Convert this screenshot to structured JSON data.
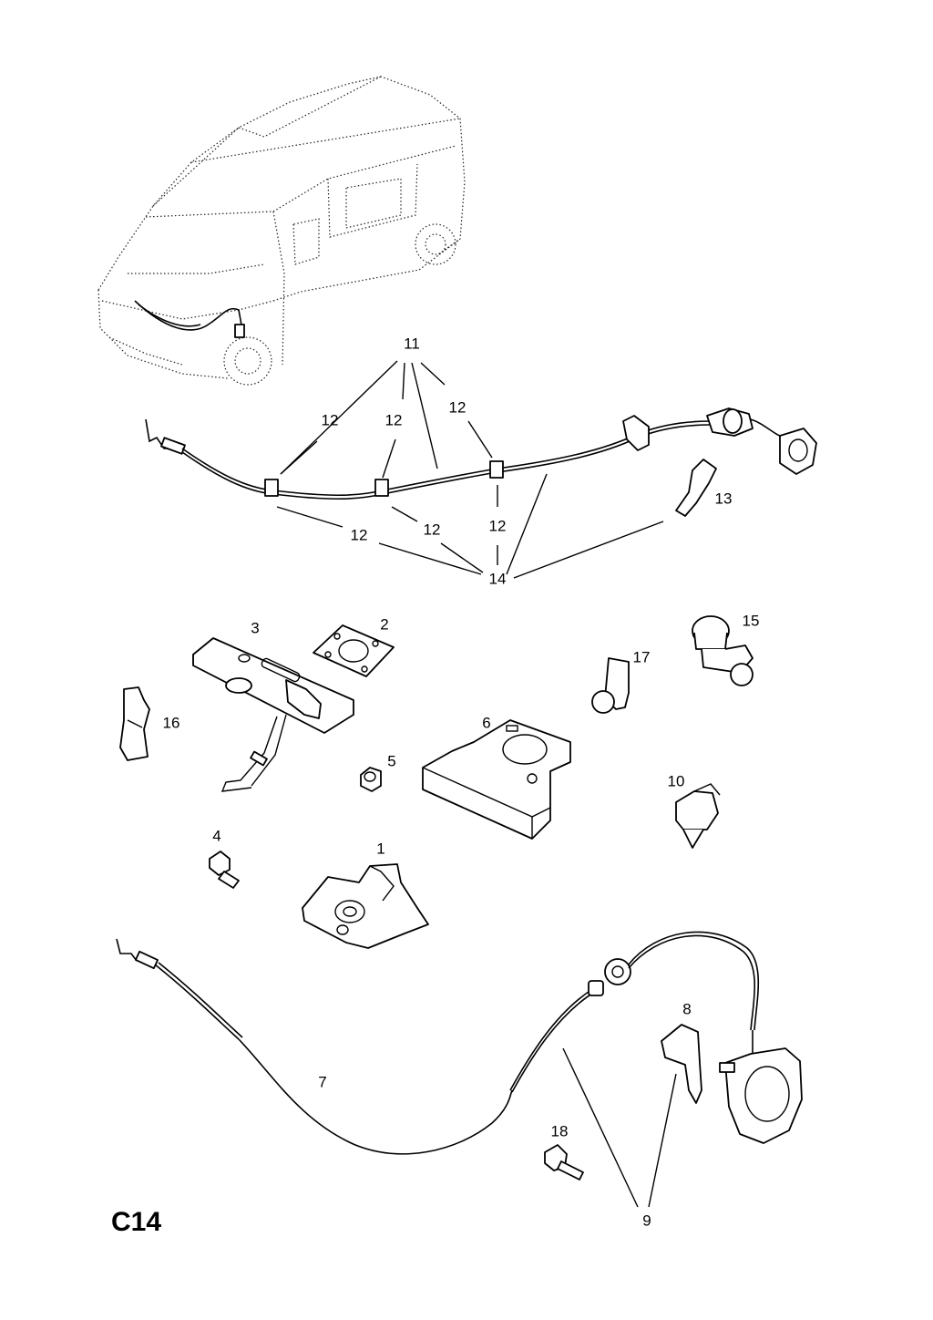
{
  "diagram": {
    "page_code": "C14",
    "callouts": {
      "c1": "1",
      "c2": "2",
      "c3": "3",
      "c4": "4",
      "c5": "5",
      "c6": "6",
      "c7": "7",
      "c8": "8",
      "c9": "9",
      "c10": "10",
      "c11": "11",
      "c12a": "12",
      "c12b": "12",
      "c12c": "12",
      "c12d": "12",
      "c12e": "12",
      "c12f": "12",
      "c13": "13",
      "c14": "14",
      "c15": "15",
      "c16": "16",
      "c17": "17",
      "c18": "18"
    }
  }
}
